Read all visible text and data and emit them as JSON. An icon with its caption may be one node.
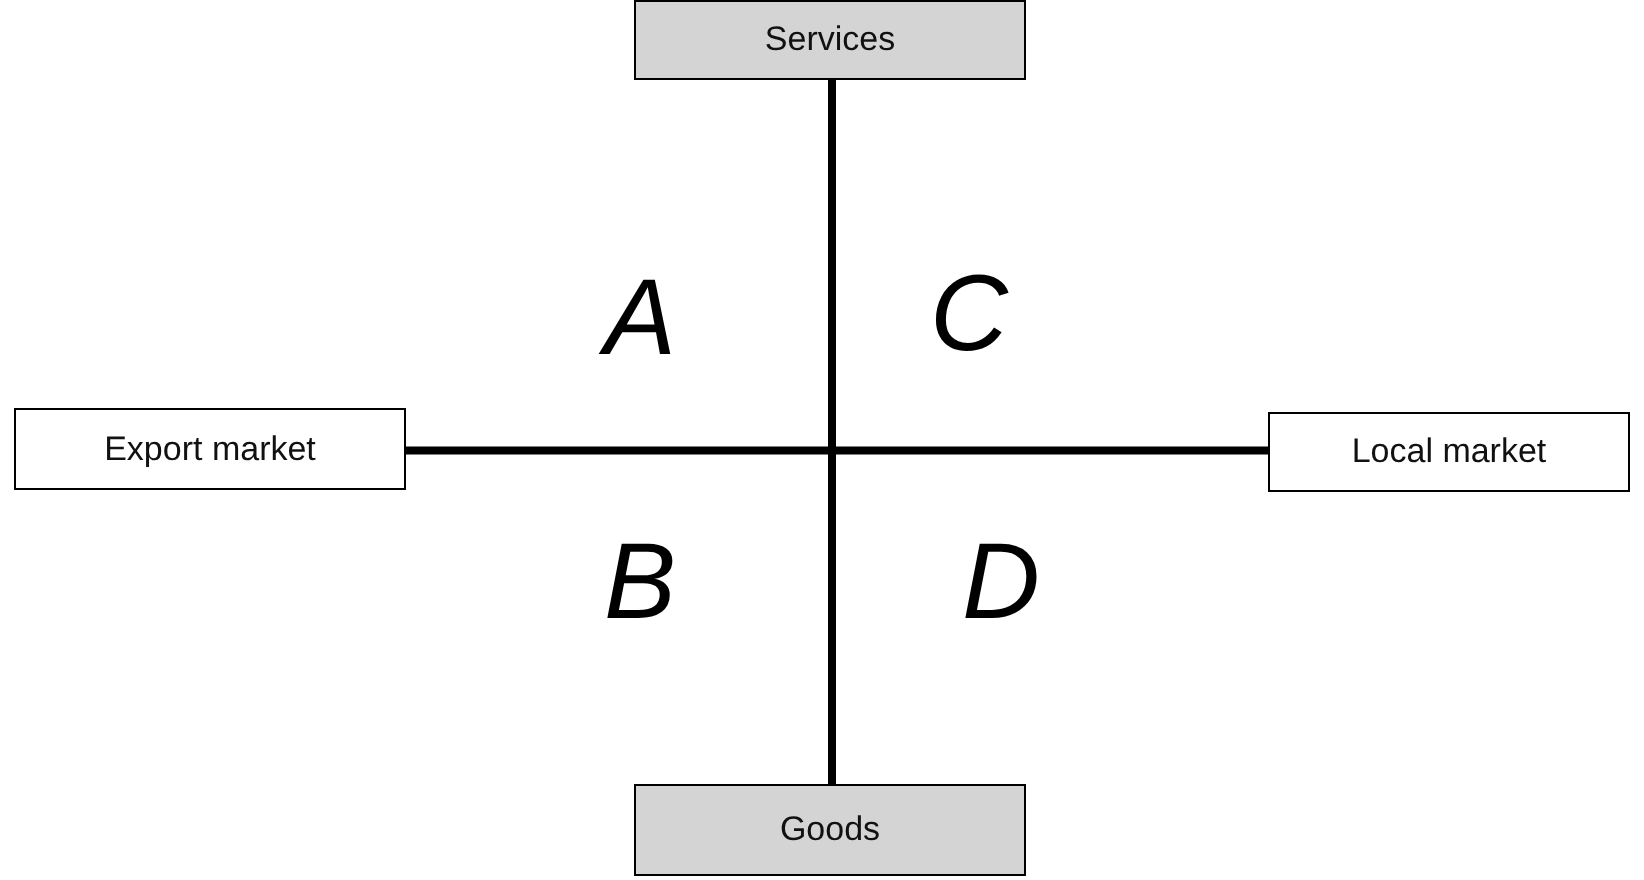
{
  "diagram": {
    "nodes": [
      {
        "text": [
          "Services"
        ]
      },
      {
        "text": [
          "Export market"
        ]
      },
      {
        "text": [
          "Local market"
        ]
      },
      {
        "text": [
          "Goods"
        ]
      }
    ],
    "edges": [
      {
        "from": 0,
        "to": 3,
        "arrow": "none"
      },
      {
        "from": 1,
        "to": 2,
        "arrow": "none"
      }
    ],
    "labels": [
      "A",
      "C",
      "B",
      "D"
    ]
  }
}
